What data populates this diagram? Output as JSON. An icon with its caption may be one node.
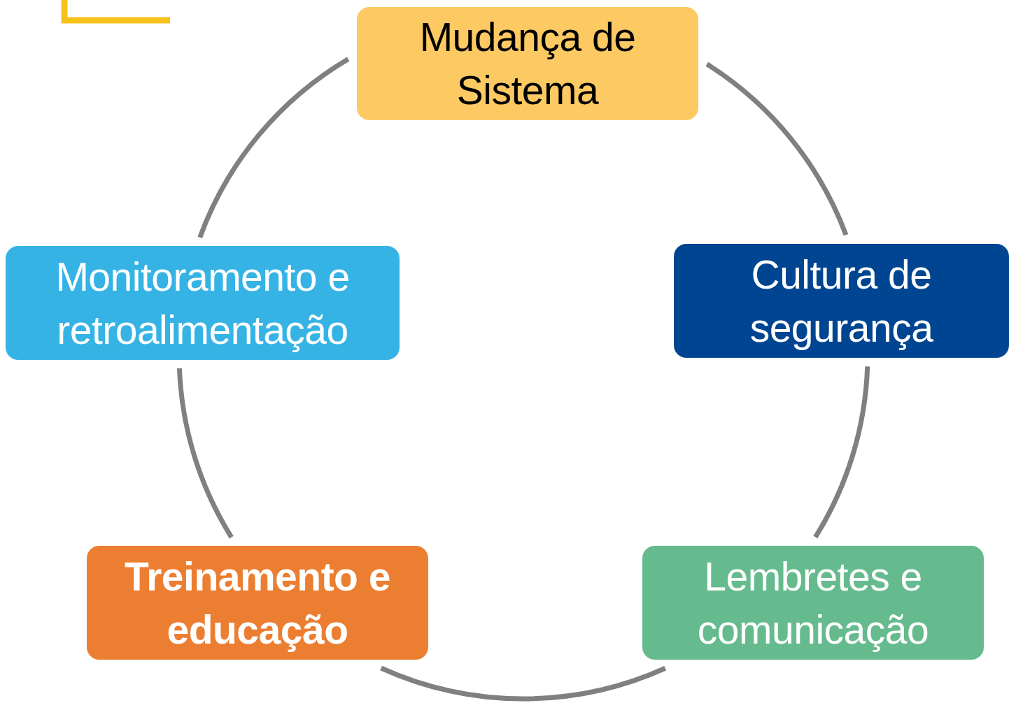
{
  "diagram": {
    "nodes": [
      {
        "text": [
          "Mudança de Sistema"
        ]
      },
      {
        "text": [
          "Cultura de segurança"
        ]
      },
      {
        "text": [
          "Lembretes e comunicação"
        ]
      },
      {
        "text": [
          "Treinamento e educação"
        ]
      },
      {
        "text": [
          "Monitoramento e retroalimentação"
        ]
      }
    ],
    "edges": [
      {
        "from": 0,
        "to": 1,
        "arrow": "none"
      },
      {
        "from": 1,
        "to": 2,
        "arrow": "none"
      },
      {
        "from": 2,
        "to": 3,
        "arrow": "none"
      },
      {
        "from": 3,
        "to": 4,
        "arrow": "none"
      },
      {
        "from": 4,
        "to": 0,
        "arrow": "none"
      }
    ]
  }
}
